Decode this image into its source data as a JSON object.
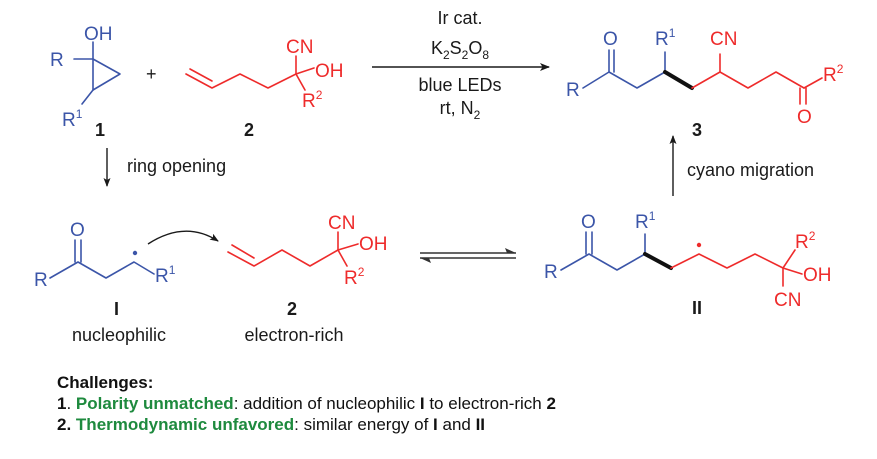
{
  "scheme": {
    "compound_1": {
      "label": "1",
      "atoms": {
        "OH": "OH",
        "R": "R",
        "R1": "R",
        "R1_sup": "1"
      }
    },
    "plus": "+",
    "compound_2": {
      "label": "2",
      "atoms": {
        "CN": "CN",
        "OH": "OH",
        "R2": "R",
        "R2_sup": "2"
      }
    },
    "conditions": {
      "line1": "Ir cat.",
      "line2_parts": [
        "K",
        "2",
        "S",
        "2",
        "O",
        "8"
      ],
      "line3": "blue LEDs",
      "line4_parts": [
        "rt, N",
        "2"
      ]
    },
    "product_3": {
      "label": "3",
      "atoms": {
        "O_left": "O",
        "R": "R",
        "R1": "R",
        "R1_sup": "1",
        "CN": "CN",
        "R2": "R",
        "R2_sup": "2",
        "O_right": "O"
      }
    },
    "step_ring_opening": "ring opening",
    "step_cyano_migration": "cyano migration",
    "intermediate_I": {
      "label": "I",
      "descriptor": "nucleophilic",
      "atoms": {
        "O": "O",
        "R": "R",
        "R1": "R",
        "R1_sup": "1"
      }
    },
    "alkene_2": {
      "label": "2",
      "descriptor": "electron-rich",
      "atoms": {
        "CN": "CN",
        "OH": "OH",
        "R2": "R",
        "R2_sup": "2"
      }
    },
    "intermediate_II": {
      "label": "II",
      "atoms": {
        "O": "O",
        "R": "R",
        "R1": "R",
        "R1_sup": "1",
        "R2": "R",
        "R2_sup": "2",
        "OH": "OH",
        "CN": "CN"
      }
    }
  },
  "challenges": {
    "title": "Challenges:",
    "items": [
      {
        "number": "1",
        "sep": ". ",
        "highlight": "Polarity unmatched",
        "text_a": ": addition of nucleophilic ",
        "bold_a": "I",
        "text_b": " to electron-rich ",
        "bold_b": "2"
      },
      {
        "number": "2.",
        "sep": " ",
        "highlight": "Thermodynamic unfavored",
        "text_a": ": similar energy of ",
        "bold_a": "I",
        "text_b": " and ",
        "bold_b": "II"
      }
    ]
  },
  "colors": {
    "fragment_1": "#3b55a8",
    "fragment_2": "#ee2b2b",
    "highlight": "#1e8a3e",
    "new_bond": "#111111"
  }
}
